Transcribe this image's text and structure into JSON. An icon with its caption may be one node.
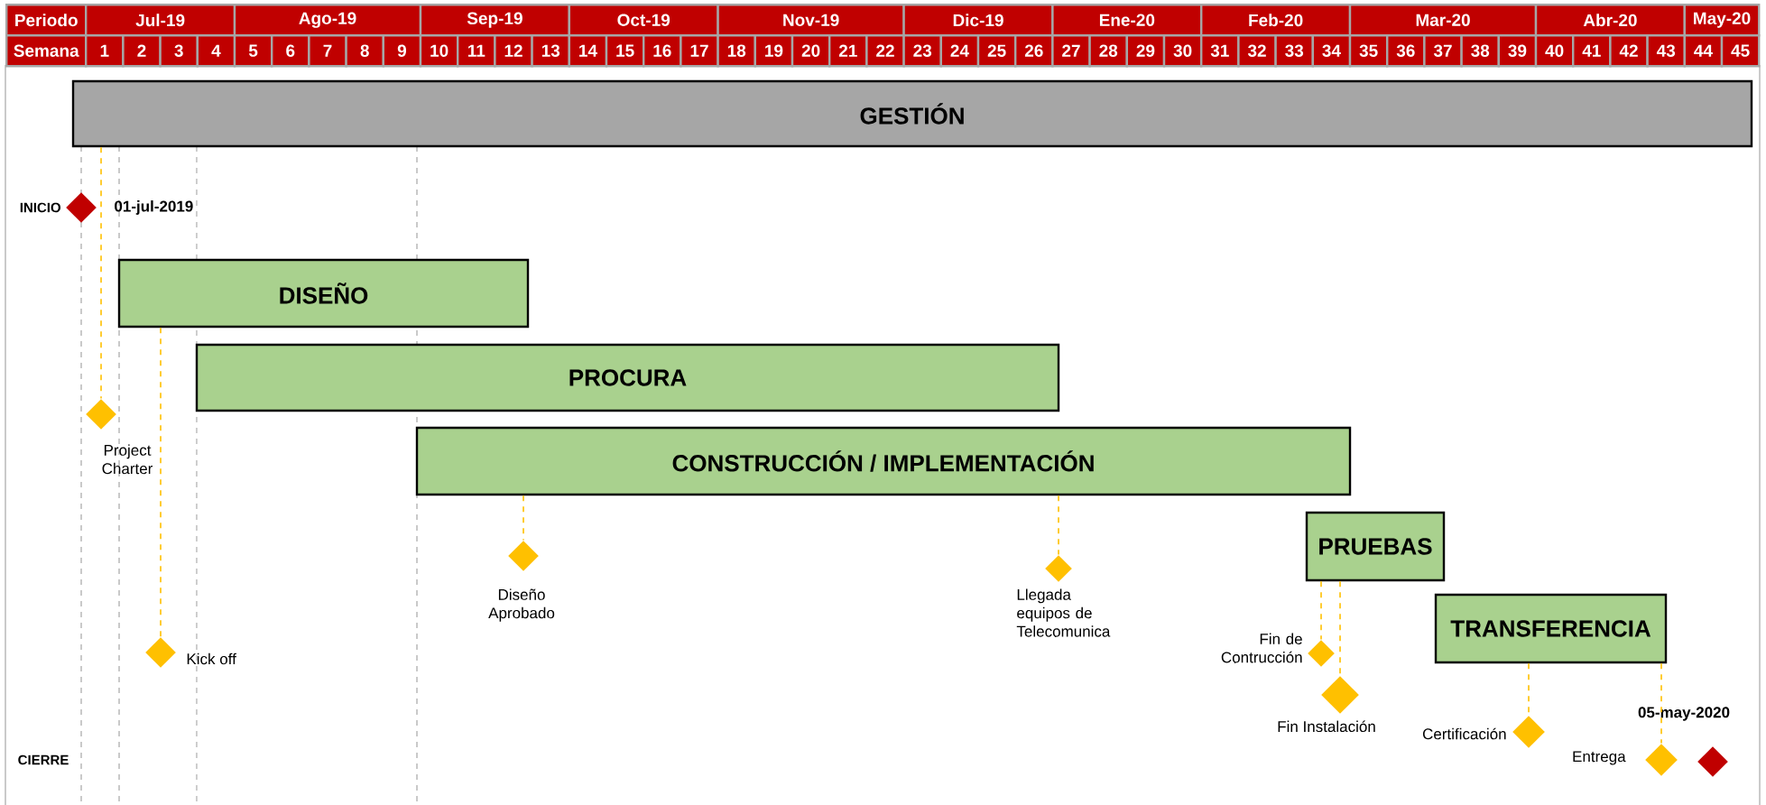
{
  "diagram": {
    "nodes": [
      {
        "text": [
          "GESTIÓN"
        ]
      },
      {
        "text": [],
        "shape": "diamond",
        "beside": [
          "INICIO",
          "01-jul-2019"
        ]
      },
      {
        "text": [
          "DISEÑO"
        ]
      },
      {
        "text": [
          "PROCURA"
        ]
      },
      {
        "text": [],
        "shape": "diamond",
        "beside": [
          "Project Charter"
        ]
      },
      {
        "text": [
          "CONSTRUCCIÓN / IMPLEMENTACIÓN"
        ]
      },
      {
        "text": [
          "PRUEBAS"
        ]
      },
      {
        "text": [],
        "shape": "diamond",
        "beside": [
          "Diseño Aprobado"
        ]
      },
      {
        "text": [],
        "shape": "diamond",
        "beside": [
          "Llegada equipos de Telecomunica"
        ]
      },
      {
        "text": [
          "TRANSFERENCIA"
        ]
      },
      {
        "text": [],
        "shape": "diamond",
        "beside": [
          "Fin de Contrucción"
        ]
      },
      {
        "text": [],
        "shape": "diamond",
        "beside": [
          "Kick off"
        ]
      },
      {
        "text": [],
        "shape": "diamond",
        "beside": [
          "Fin Instalación"
        ]
      },
      {
        "text": [],
        "shape": "diamond",
        "beside": [
          "Certificación"
        ]
      },
      {
        "text": [],
        "shape": "diamond",
        "beside": [
          "Entrega"
        ]
      },
      {
        "text": [],
        "shape": "diamond",
        "beside": [
          "05-may-2020"
        ]
      }
    ],
    "edges": [
      {
        "from": 0,
        "to": 4,
        "arrow": "none",
        "style": "dashed",
        "color": "#ffc000"
      },
      {
        "from": 2,
        "to": 11,
        "arrow": "none",
        "style": "dashed",
        "color": "#ffc000"
      },
      {
        "from": 5,
        "to": 7,
        "arrow": "none",
        "style": "dashed",
        "color": "#ffc000"
      },
      {
        "from": 5,
        "to": 8,
        "arrow": "none",
        "style": "dashed",
        "color": "#ffc000"
      },
      {
        "from": 6,
        "to": 10,
        "arrow": "none",
        "style": "dashed",
        "color": "#ffc000"
      },
      {
        "from": 6,
        "to": 12,
        "arrow": "none",
        "style": "dashed",
        "color": "#ffc000"
      },
      {
        "from": 9,
        "to": 13,
        "arrow": "none",
        "style": "dashed",
        "color": "#ffc000"
      },
      {
        "from": 9,
        "to": 14,
        "arrow": "none",
        "style": "dashed",
        "color": "#ffc000"
      }
    ],
    "labels": [
      "Periodo",
      "Jul-19",
      "Ago-19",
      "Sep-19",
      "Oct-19",
      "Nov-19",
      "Dic-19",
      "Ene-20",
      "Feb-20",
      "Mar-20",
      "Abr-20",
      "May-20",
      "Semana",
      "1",
      "2",
      "3",
      "4",
      "5",
      "6",
      "7",
      "8",
      "9",
      "10",
      "11",
      "12",
      "13",
      "14",
      "15",
      "16",
      "17",
      "18",
      "19",
      "20",
      "21",
      "22",
      "23",
      "24",
      "25",
      "26",
      "27",
      "28",
      "29",
      "30",
      "31",
      "32",
      "33",
      "34",
      "35",
      "36",
      "37",
      "38",
      "39",
      "40",
      "41",
      "42",
      "43",
      "44",
      "45",
      "CIERRE"
    ]
  }
}
